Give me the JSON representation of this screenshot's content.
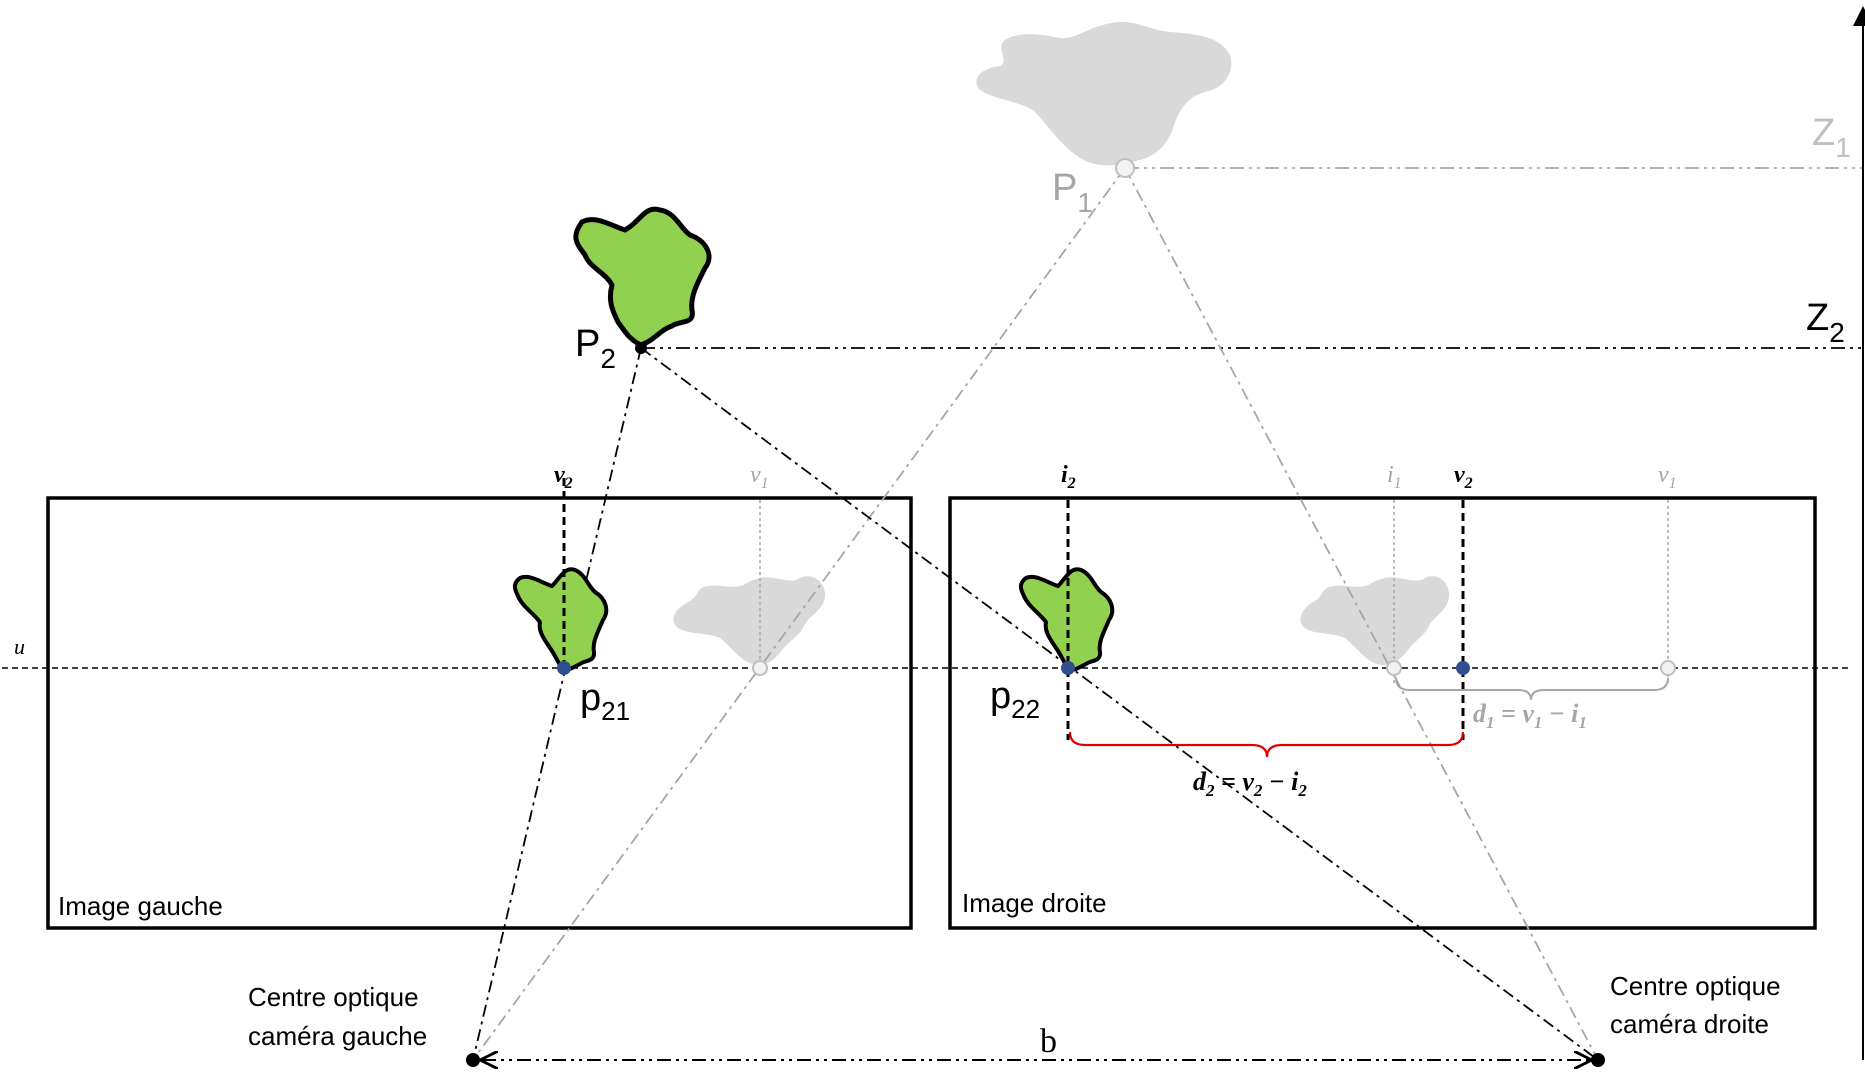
{
  "labels": {
    "u": "u",
    "P1": "P",
    "P1_sub": "1",
    "P2": "P",
    "P2_sub": "2",
    "Z1": "Z",
    "Z1_sub": "1",
    "Z2": "Z",
    "Z2_sub": "2",
    "left_v2": "v",
    "left_v2_sub": "2",
    "left_v1": "v",
    "left_v1_sub": "1",
    "right_i2": "i",
    "right_i2_sub": "2",
    "right_i1": "i",
    "right_i1_sub": "1",
    "right_v2": "v",
    "right_v2_sub": "2",
    "right_v1": "v",
    "right_v1_sub": "1",
    "p21": "p",
    "p21_sub": "21",
    "p22": "p",
    "p22_sub": "22",
    "d1_lhs": "d",
    "d1_lhs_sub": "1",
    "d1_rhs": " = v",
    "d1_rhs_sub1": "1",
    "d1_minus": " − i",
    "d1_rhs_sub2": "1",
    "d2_lhs": "d",
    "d2_lhs_sub": "2",
    "d2_rhs": " = v",
    "d2_rhs_sub1": "2",
    "d2_minus": " − i",
    "d2_rhs_sub2": "2",
    "b": "b"
  },
  "frames": {
    "left_title": "Image gauche",
    "right_title": "Image droite"
  },
  "cameras": {
    "left_line1": "Centre optique",
    "left_line2": "caméra gauche",
    "right_line1": "Centre optique",
    "right_line2": "caméra droite"
  },
  "colors": {
    "green_fill": "#92d050",
    "grey_fill": "#d9d9d9",
    "grey_line": "#a6a6a6",
    "blue_point": "#2f4f8f",
    "red_brace": "#e00000"
  },
  "icons": [
    "left-camera-center-icon",
    "right-camera-center-icon",
    "z-axis-arrow-icon"
  ]
}
